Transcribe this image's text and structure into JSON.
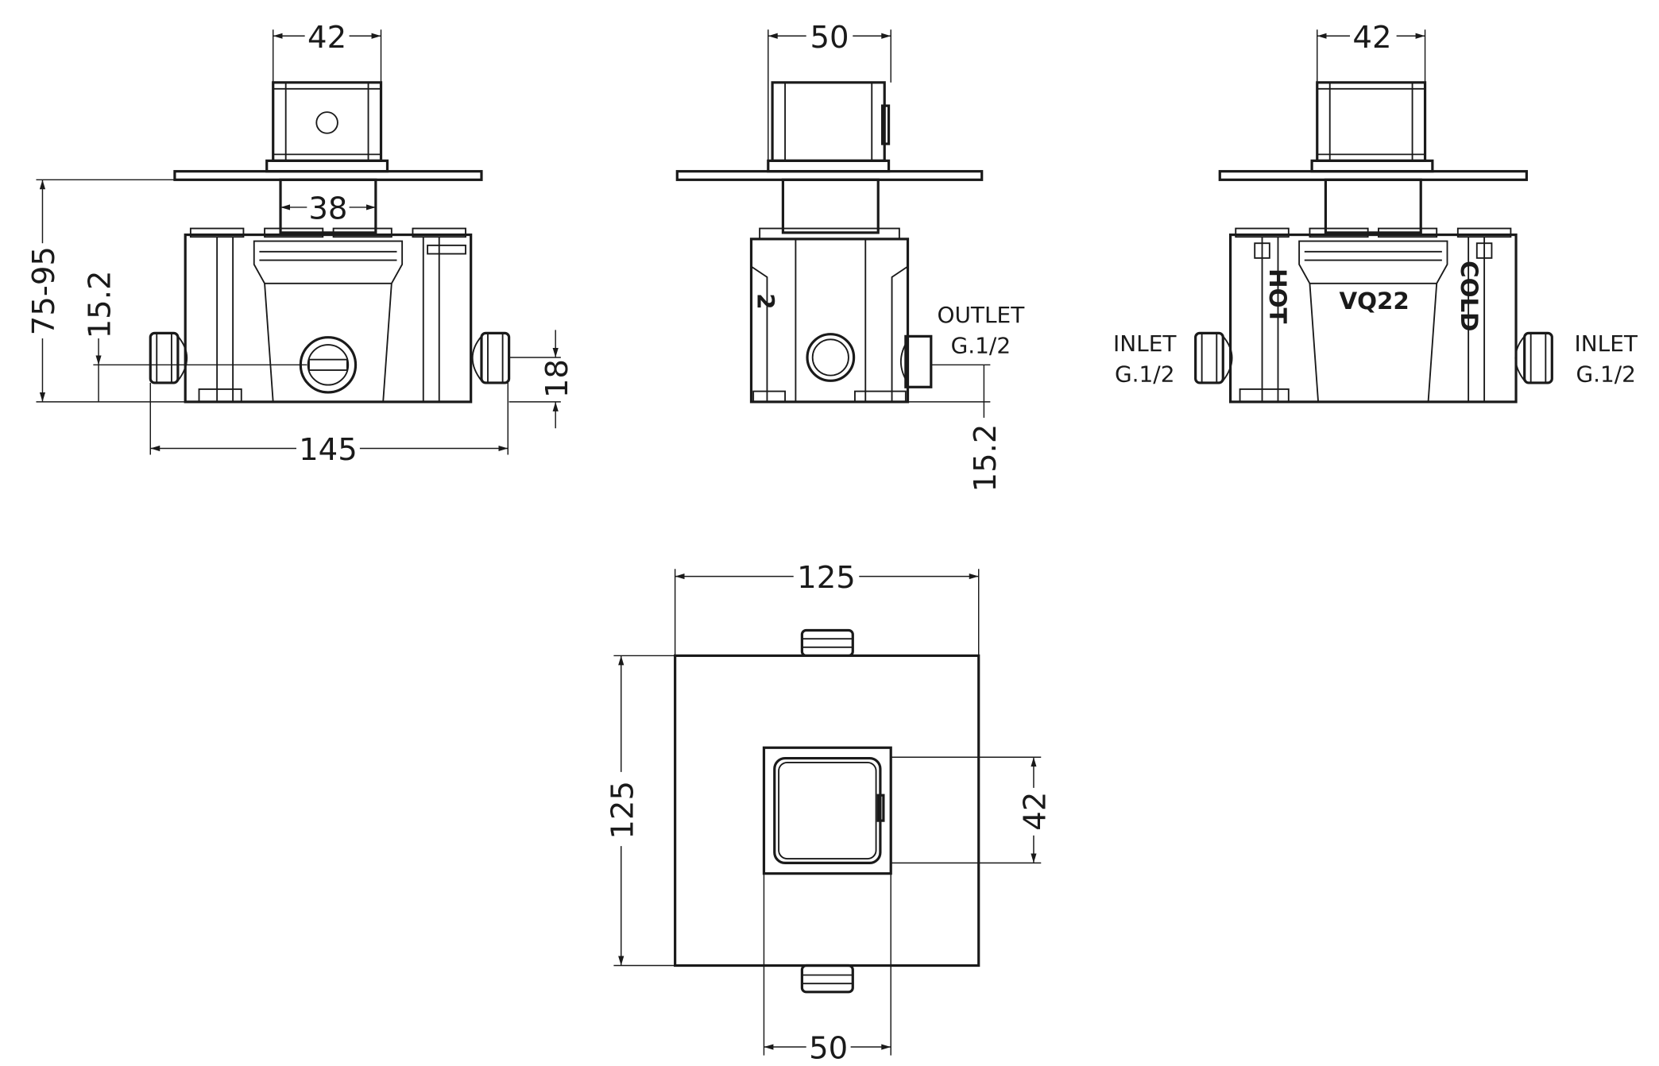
{
  "title": "Concealed thermostatic valve technical drawing",
  "front_view": {
    "handle_width": "42",
    "stem_width": "38",
    "overall_height": "75-95",
    "outlet_height": "15.2",
    "inlet_height": "18",
    "overall_width": "145"
  },
  "side_view": {
    "handle_width": "50",
    "outlet_label": "OUTLET",
    "outlet_thread": "G.1/2",
    "outlet_height": "15.2",
    "body_mark": "2"
  },
  "rear_view": {
    "handle_width": "42",
    "inlet_left_label": "INLET",
    "inlet_left_thread": "G.1/2",
    "inlet_right_label": "INLET",
    "inlet_right_thread": "G.1/2",
    "hot_mark": "HOT",
    "cold_mark": "COLD",
    "model_mark": "VQ22"
  },
  "plan_view": {
    "plate_width": "125",
    "plate_height": "125",
    "handle_height": "42",
    "handle_width": "50"
  }
}
